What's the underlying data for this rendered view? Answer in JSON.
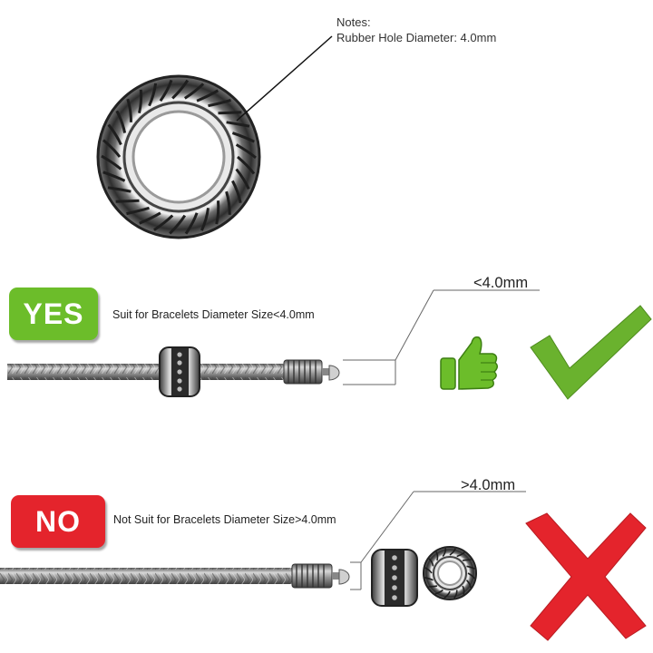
{
  "notes": {
    "heading": "Notes:",
    "line": "Rubber Hole Diameter: 4.0mm"
  },
  "yes_section": {
    "badge": "YES",
    "caption": "Suit for Bracelets Diameter Size<4.0mm",
    "dimension": "<4.0mm"
  },
  "no_section": {
    "badge": "NO",
    "caption": "Not Suit for Bracelets Diameter Size>4.0mm",
    "dimension": ">4.0mm"
  },
  "colors": {
    "yes_green": "#6cbd2a",
    "check_green": "#6ab22e",
    "no_red": "#e4242c",
    "metal": "#8c8c8c"
  },
  "icons": [
    "bead-icon",
    "thumbs-up-icon",
    "check-mark-icon",
    "cross-mark-icon"
  ]
}
